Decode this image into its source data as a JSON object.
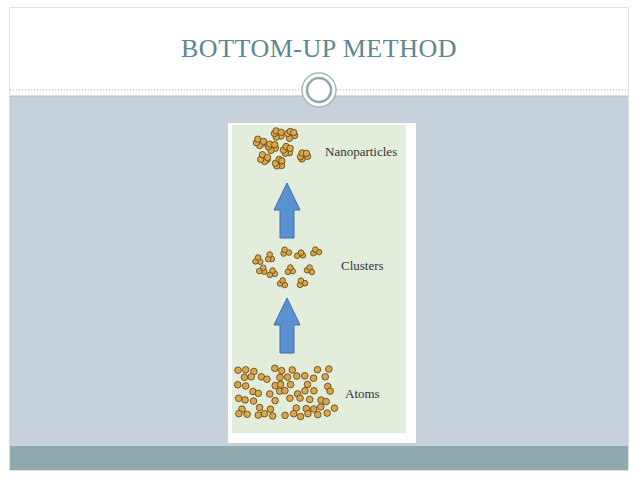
{
  "diagram": {
    "title": "BOTTOM-UP METHOD",
    "labels": [
      "Nanoparticles",
      "Clusters",
      "Atoms"
    ]
  }
}
